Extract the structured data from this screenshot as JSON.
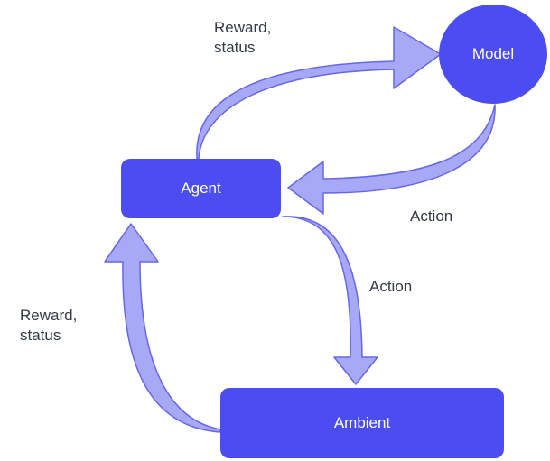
{
  "colors": {
    "node_fill": "#4b4df0",
    "arrow_fill": "#a7a9f7",
    "arrow_stroke": "#6567e9",
    "label_text": "#333a48"
  },
  "nodes": {
    "agent": "Agent",
    "model": "Model",
    "ambient": "Ambient"
  },
  "edges": [
    {
      "from": "agent",
      "to": "model",
      "label": "Reward,\nstatus"
    },
    {
      "from": "model",
      "to": "agent",
      "label": "Action"
    },
    {
      "from": "agent",
      "to": "ambient",
      "label": "Action"
    },
    {
      "from": "ambient",
      "to": "agent",
      "label": "Reward,\nstatus"
    }
  ]
}
